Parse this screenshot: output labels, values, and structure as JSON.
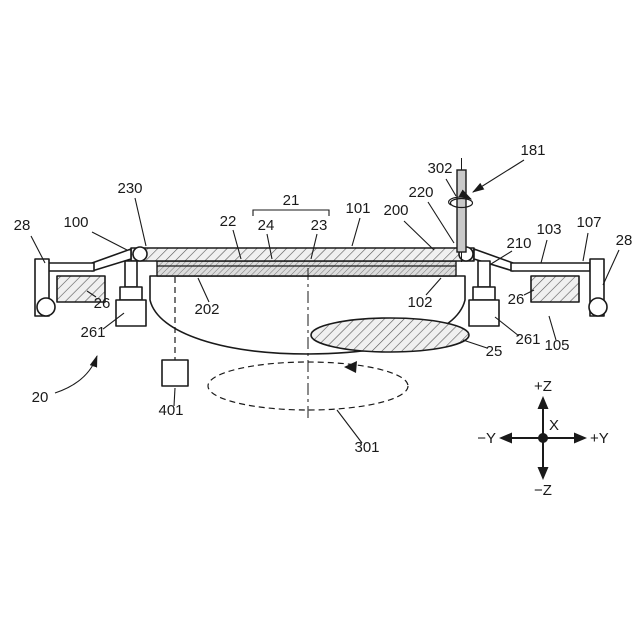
{
  "labels": {
    "n28_left": "28",
    "n100": "100",
    "n230": "230",
    "n22": "22",
    "n21": "21",
    "n24": "24",
    "n23": "23",
    "n101": "101",
    "n200": "200",
    "n220": "220",
    "n302": "302",
    "n181": "181",
    "n210": "210",
    "n103": "103",
    "n107": "107",
    "n28_right": "28",
    "n26_left": "26",
    "n261_left": "261",
    "n202": "202",
    "n102": "102",
    "n26_right": "26",
    "n25": "25",
    "n261_right": "261",
    "n105": "105",
    "n20": "20",
    "n401": "401",
    "n301": "301"
  },
  "axes": {
    "plus_z": "+Z",
    "minus_z": "−Z",
    "plus_y": "+Y",
    "minus_y": "−Y",
    "x": "X"
  },
  "colors": {
    "line": "#1a1a1a",
    "background": "#ffffff",
    "rod_fill": "#c9c9c9",
    "hatch_bg": "#f0f0f0"
  }
}
